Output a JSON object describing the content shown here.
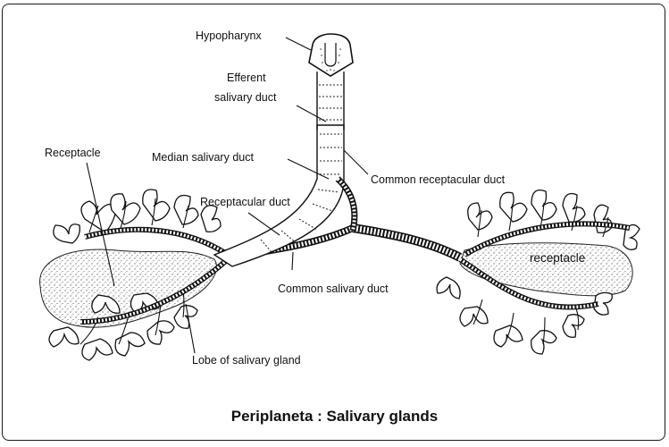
{
  "figure": {
    "title": "Periplaneta : Salivary glands",
    "organism": "Periplaneta",
    "subject": "Salivary glands"
  },
  "labels": {
    "hypopharynx": "Hypopharynx",
    "efferent_line1": "Efferent",
    "efferent_line2": "salivary duct",
    "median_salivary_duct": "Median salivary duct",
    "receptacle_left": "Receptacle",
    "receptacular_duct": "Receptacular duct",
    "common_receptacular_duct": "Common receptacular duct",
    "common_salivary_duct": "Common salivary duct",
    "lobe_of_salivary_gland": "Lobe of salivary gland",
    "receptacle_right": "receptacle"
  },
  "colors": {
    "ink": "#111111",
    "stipple": "#333333",
    "background": "#ffffff"
  }
}
